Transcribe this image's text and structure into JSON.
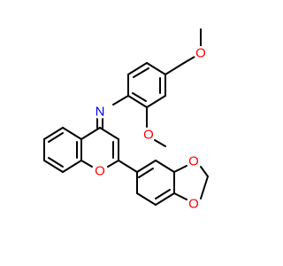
{
  "molecule": {
    "colors": {
      "bond": "#000000",
      "oxygen": "#ff0000",
      "nitrogen": "#0000ff",
      "background": "#ffffff"
    },
    "atom_labels": {
      "n_imine": "N",
      "o_methoxy_para": "O",
      "o_methoxy_ortho": "O",
      "o_chromene": "O",
      "o_dioxole_upper": "O",
      "o_dioxole_lower": "O"
    }
  }
}
